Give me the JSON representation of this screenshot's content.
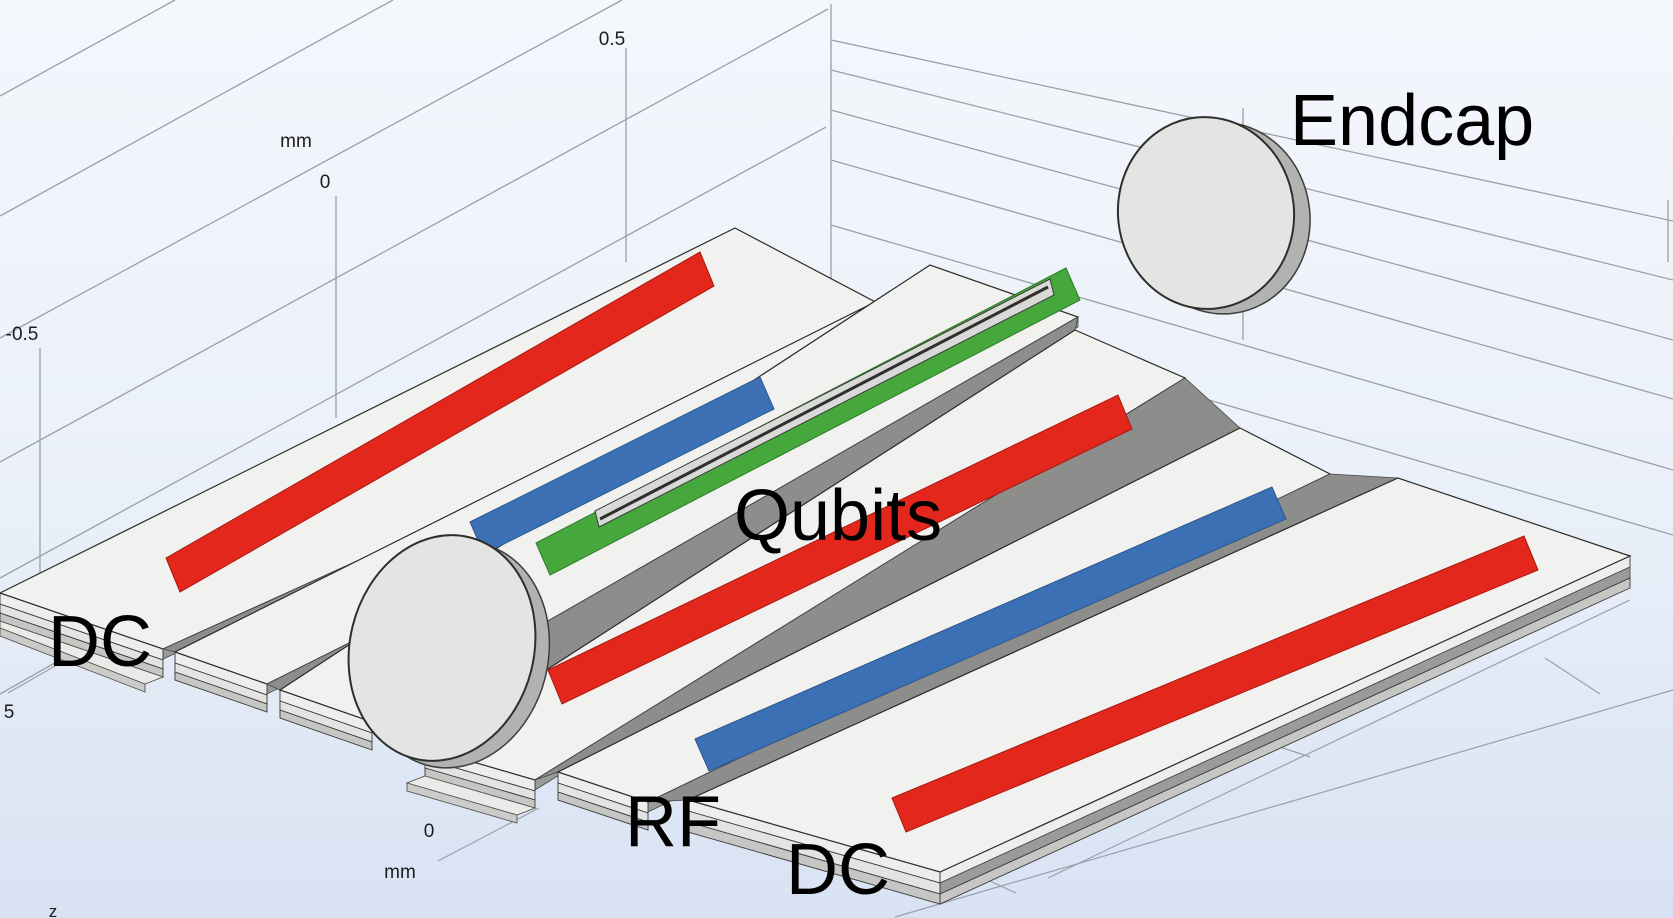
{
  "figure": {
    "type": "3d-ion-trap-model-view",
    "annotations": {
      "endcap": "Endcap",
      "qubits": "Qubits",
      "dc_left": "DC",
      "rf": "RF",
      "dc_bottom": "DC"
    },
    "axes": {
      "top": {
        "unit": "mm",
        "tick_zero": "0",
        "tick_half": "0.5"
      },
      "left": {
        "tick": "-0.5"
      },
      "bottom_left": {
        "tick": "5"
      },
      "bottom": {
        "unit": "mm",
        "tick_zero": "0"
      },
      "z_label": "z"
    },
    "colors": {
      "dc_electrode": "#e3271c",
      "rf_electrode": "#3c70b4",
      "center_electrode": "#46a83c",
      "board": "#f1f1ef",
      "disc": "#e4e4e2",
      "disc_rim": "#b2b2b0",
      "grid": "#9aa0a8",
      "background_top": "#f4f7fc",
      "background_bottom": "#d8e2f3"
    },
    "components": {
      "boards": 6,
      "dc_stripes": 3,
      "rf_stripes": 2,
      "center_rails": 1,
      "endcap_discs": 2
    }
  }
}
